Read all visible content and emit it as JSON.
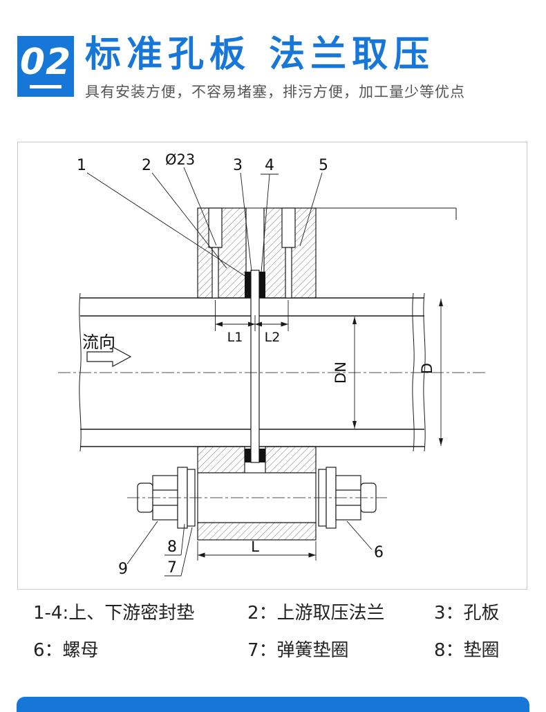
{
  "colors": {
    "accent": "#1777d8",
    "line": "#1a1a1a"
  },
  "header": {
    "badge_number": "02",
    "title": "标准孔板 法兰取压",
    "subtitle": "具有安装方便，不容易堵塞，排污方便，加工量少等优点"
  },
  "diagram": {
    "callouts": {
      "c1": "1",
      "c2": "2",
      "c3": "3",
      "c4": "4",
      "c5": "5",
      "c6": "6",
      "c7": "7",
      "c8": "8",
      "c9": "9",
      "diameter": "Ø23"
    },
    "dimensions": {
      "l1": "L1",
      "l2": "L2",
      "l": "L",
      "dn": "DN",
      "d": "D"
    },
    "flow_label": "流向"
  },
  "legend": {
    "rows": [
      [
        "1-4:上、下游密封垫",
        "2：上游取压法兰",
        "3：孔板"
      ],
      [
        "6：螺母",
        "7：弹簧垫圈",
        "8：垫圈"
      ]
    ]
  }
}
